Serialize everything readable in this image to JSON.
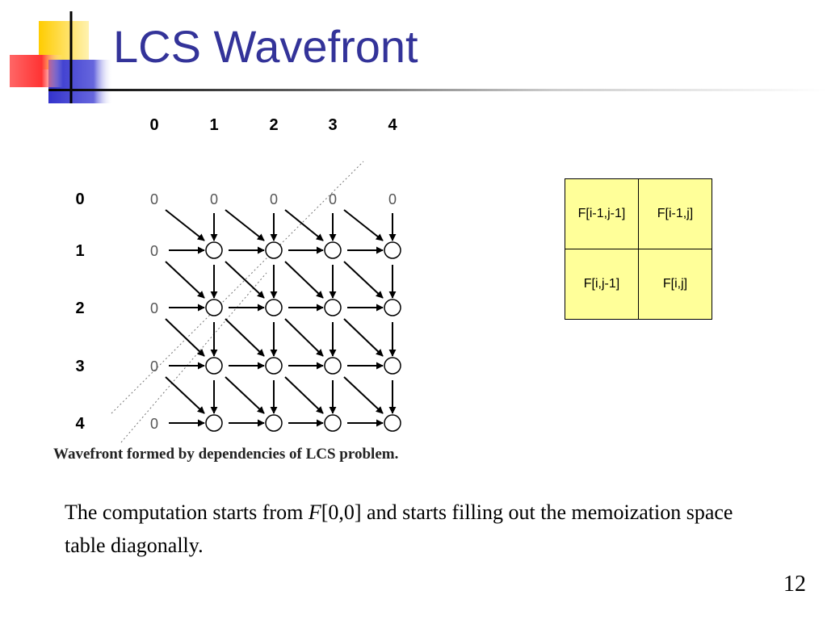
{
  "slide": {
    "title": "LCS Wavefront",
    "caption": "Wavefront formed by dependencies of LCS problem.",
    "body_prefix": "The computation starts from ",
    "body_italic": "F",
    "body_suffix": "[0,0] and starts filling out the memoization space table diagonally.",
    "page_number": "12"
  },
  "dependency_table": {
    "rows": [
      [
        "F[i-1,j-1]",
        "F[i-1,j]"
      ],
      [
        "F[i,j-1]",
        "F[i,j]"
      ]
    ],
    "fill_color": "#ffff99"
  },
  "grid": {
    "col_labels": [
      "0",
      "1",
      "2",
      "3",
      "4"
    ],
    "row_labels": [
      "0",
      "1",
      "2",
      "3",
      "4"
    ],
    "zero_label": "0"
  },
  "colors": {
    "title": "#333399",
    "deco_yellow": "#ffcc00",
    "deco_blue": "#3333cc",
    "deco_red": "#ff3333"
  }
}
